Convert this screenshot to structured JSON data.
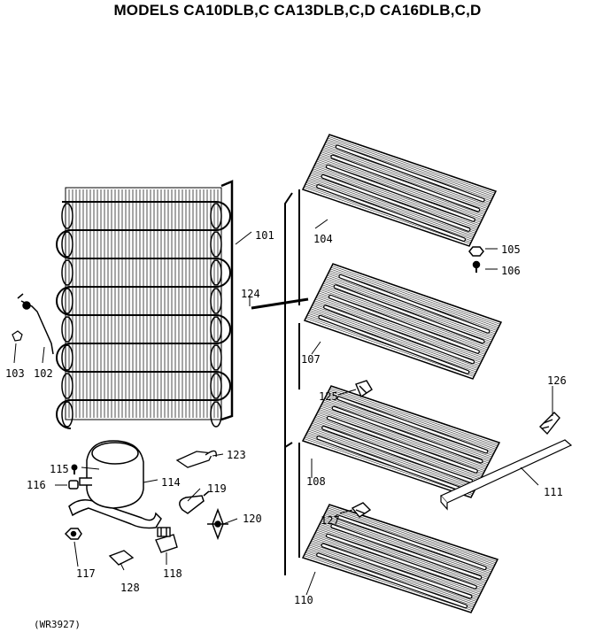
{
  "title": "MODELS CA10DLB,C CA13DLB,C,D CA16DLB,C,D",
  "footer_code": "(WR3927)",
  "parts": [
    {
      "id": "p101",
      "label": "101"
    },
    {
      "id": "p102",
      "label": "102"
    },
    {
      "id": "p103",
      "label": "103"
    },
    {
      "id": "p104",
      "label": "104"
    },
    {
      "id": "p105",
      "label": "105"
    },
    {
      "id": "p106",
      "label": "106"
    },
    {
      "id": "p107",
      "label": "107"
    },
    {
      "id": "p108",
      "label": "108"
    },
    {
      "id": "p110",
      "label": "110"
    },
    {
      "id": "p111",
      "label": "111"
    },
    {
      "id": "p114",
      "label": "114"
    },
    {
      "id": "p115",
      "label": "115"
    },
    {
      "id": "p116",
      "label": "116"
    },
    {
      "id": "p117",
      "label": "117"
    },
    {
      "id": "p118",
      "label": "118"
    },
    {
      "id": "p119",
      "label": "119"
    },
    {
      "id": "p120",
      "label": "120"
    },
    {
      "id": "p123",
      "label": "123"
    },
    {
      "id": "p124",
      "label": "124"
    },
    {
      "id": "p125",
      "label": "125"
    },
    {
      "id": "p126",
      "label": "126"
    },
    {
      "id": "p127",
      "label": "127"
    },
    {
      "id": "p128",
      "label": "128"
    }
  ]
}
